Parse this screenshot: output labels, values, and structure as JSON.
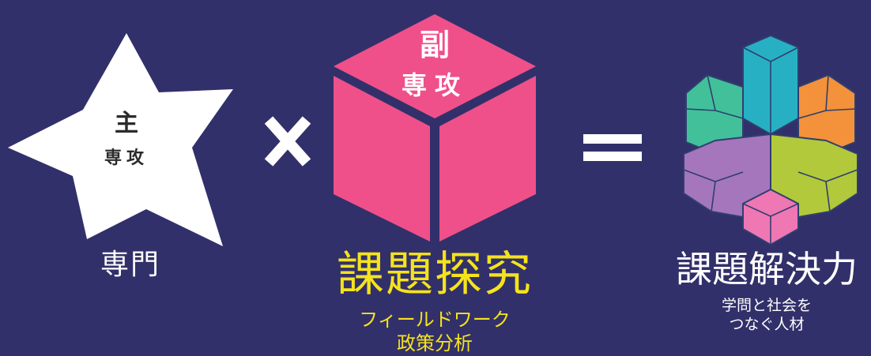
{
  "left": {
    "star_main": "主",
    "star_sub": "専攻",
    "label": "専門"
  },
  "operator_times": "×",
  "middle": {
    "cube_main": "副",
    "cube_sub": "専攻",
    "label": "課題探究",
    "sub1": "フィールドワーク",
    "sub2": "政策分析"
  },
  "operator_equals": "=",
  "right": {
    "label": "課題解決力",
    "sub1": "学問と社会を",
    "sub2": "つなぐ人材"
  },
  "colors": {
    "background": "#32306a",
    "star": "#ffffff",
    "cube_pink": "#ef5089",
    "accent_yellow": "#f5e31c",
    "teal": "#27b0c4",
    "green": "#41c09a",
    "orange": "#f3923a",
    "lime": "#b2c93b",
    "purple": "#a576bb",
    "light_pink": "#ef77b4"
  }
}
